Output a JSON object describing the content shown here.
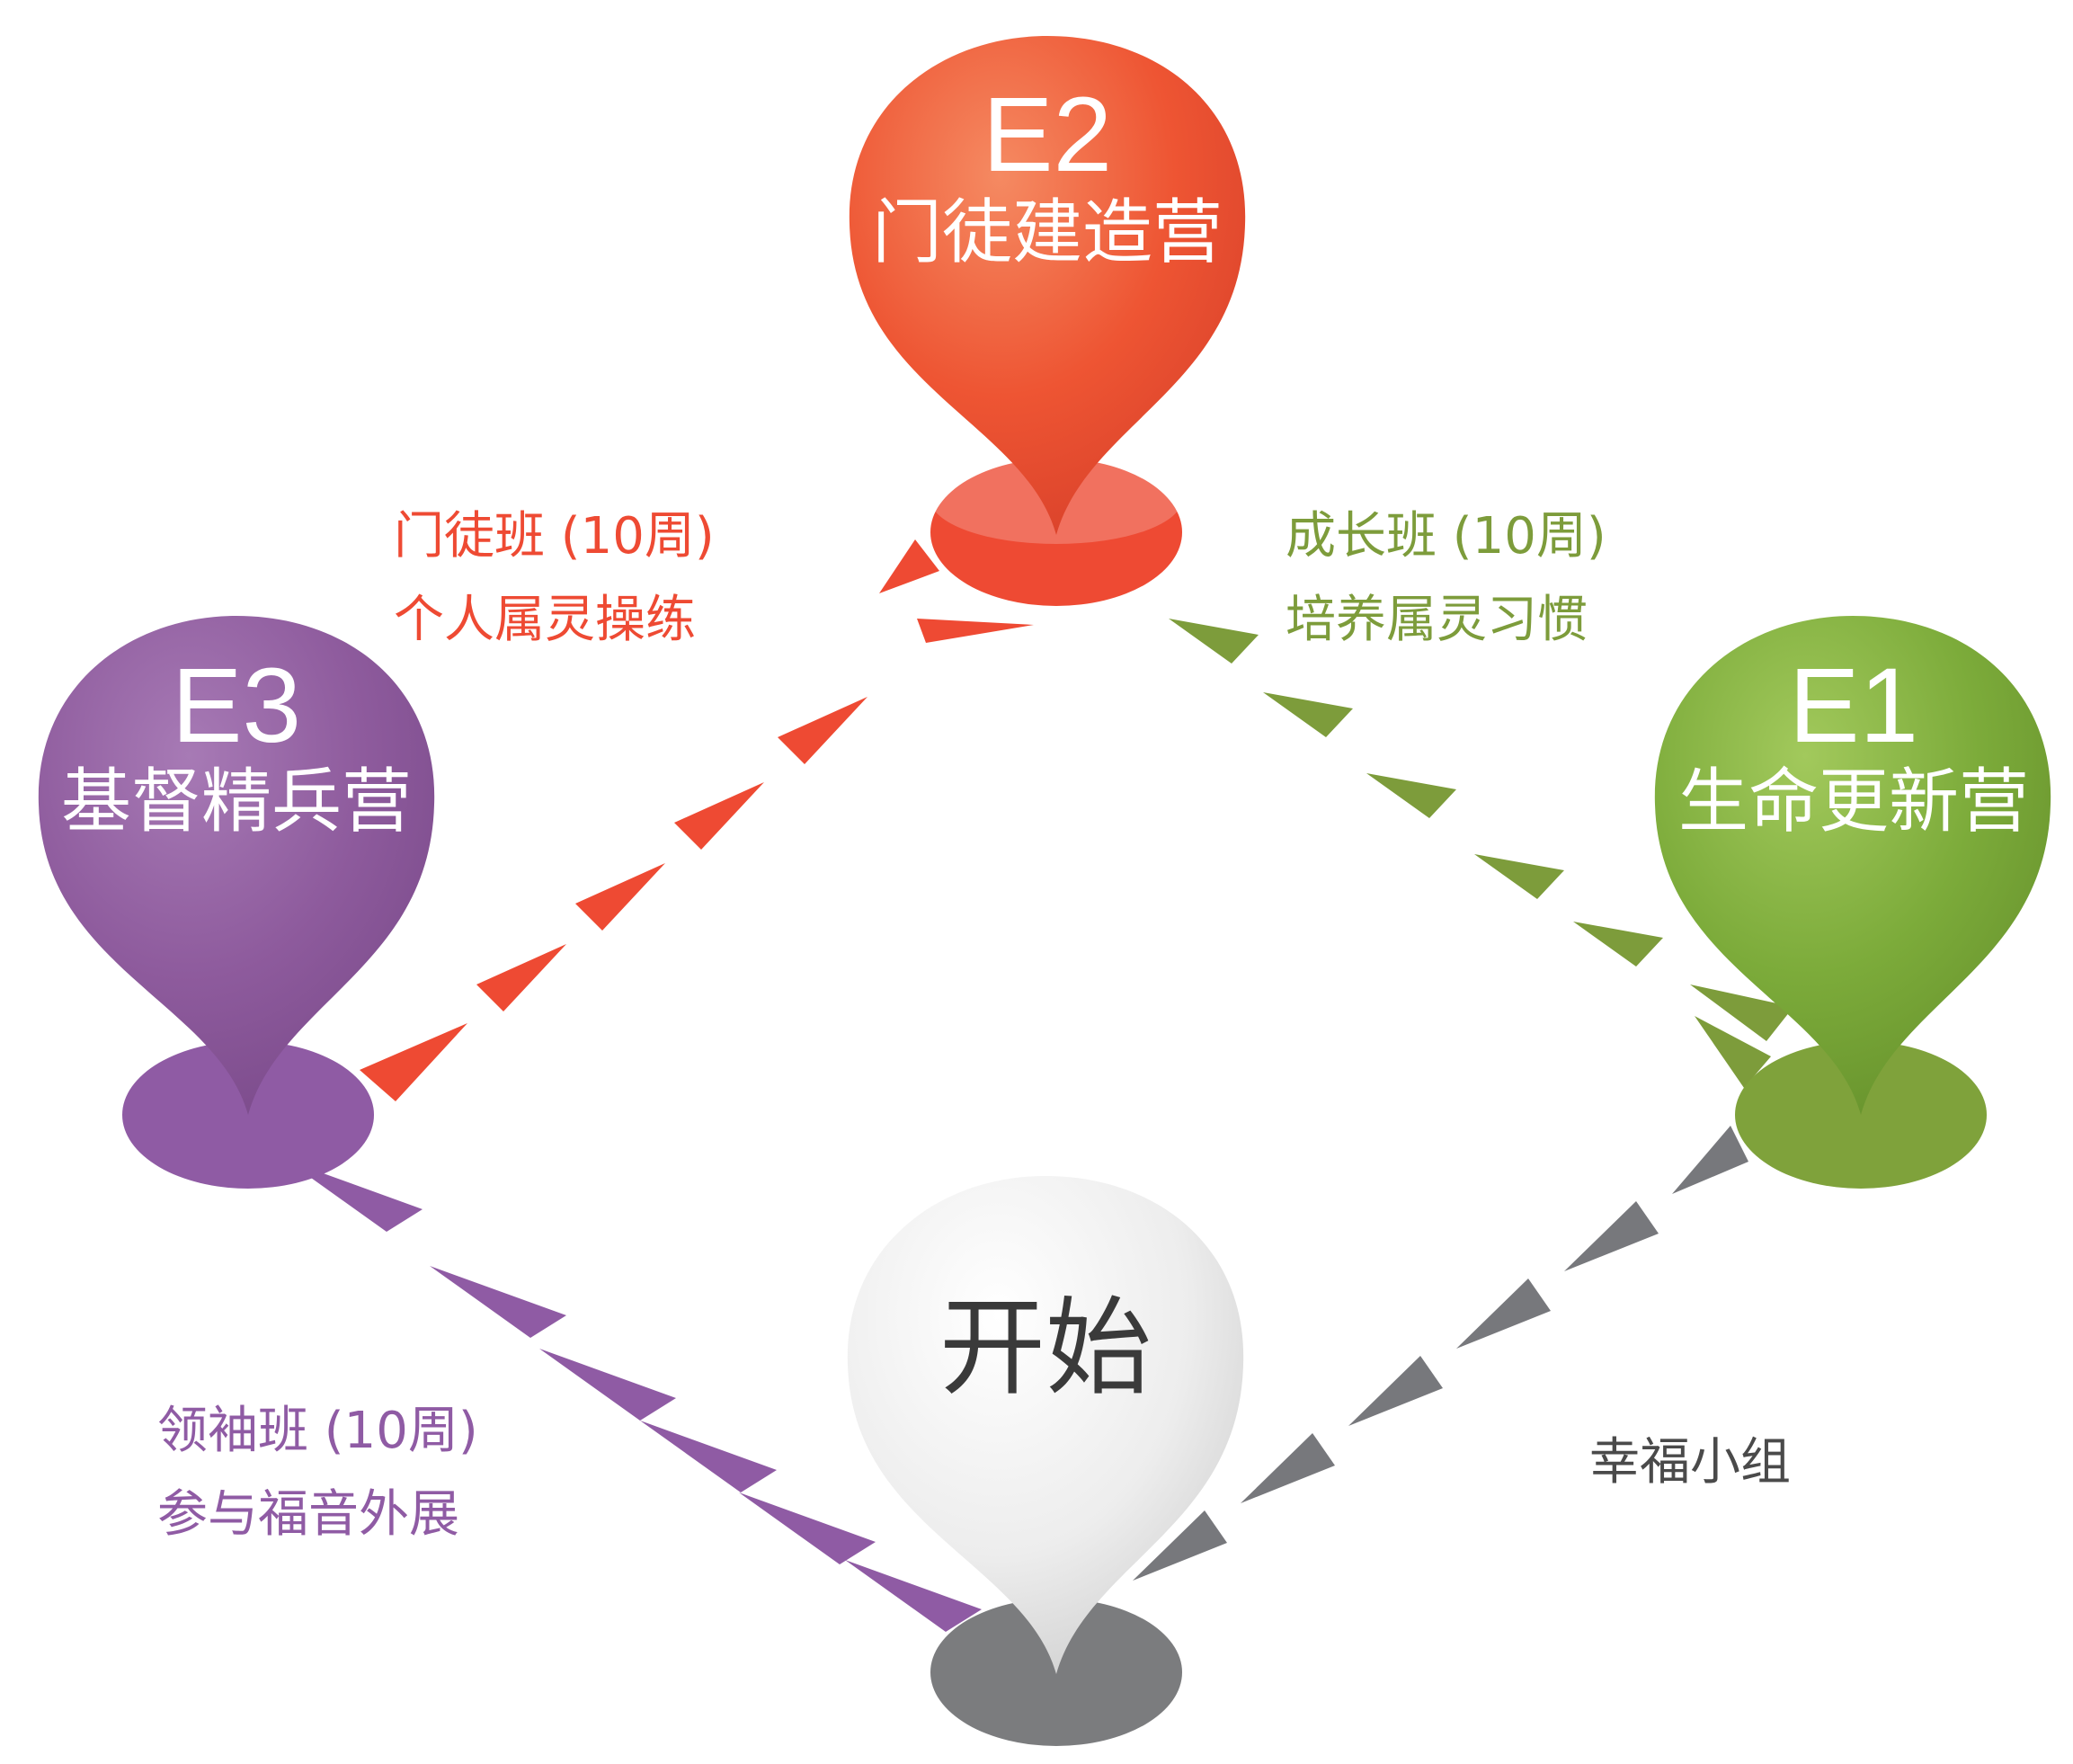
{
  "nodes": {
    "start": {
      "name": "开始",
      "color": "#e6e6e6",
      "base_color": "#7b7c7e"
    },
    "e1": {
      "code": "E1",
      "name": "生命更新营",
      "color": "#7cab3a",
      "base_color": "#7fa23b"
    },
    "e2": {
      "code": "E2",
      "name": "门徒建造营",
      "color": "#ee5533",
      "base_color": "#ee4a33"
    },
    "e3": {
      "code": "E3",
      "name": "基督精兵营",
      "color": "#8e5b9d",
      "base_color": "#8f5ba4"
    }
  },
  "edges": {
    "start_to_e1": {
      "line1": "幸福小组",
      "color": "#77787c"
    },
    "e1_to_e2": {
      "line1": "成长班 (10周)",
      "line2": "培养属灵习惯",
      "color": "#7d9c3b"
    },
    "e2_to_e3": {
      "line1": "门徒班 (10周)",
      "line2": "个人属灵操练",
      "color": "#ee4a33"
    },
    "e3_to_start": {
      "line1": "领袖班 (10周)",
      "line2": "参与福音外展",
      "color": "#8f5ba4"
    }
  }
}
